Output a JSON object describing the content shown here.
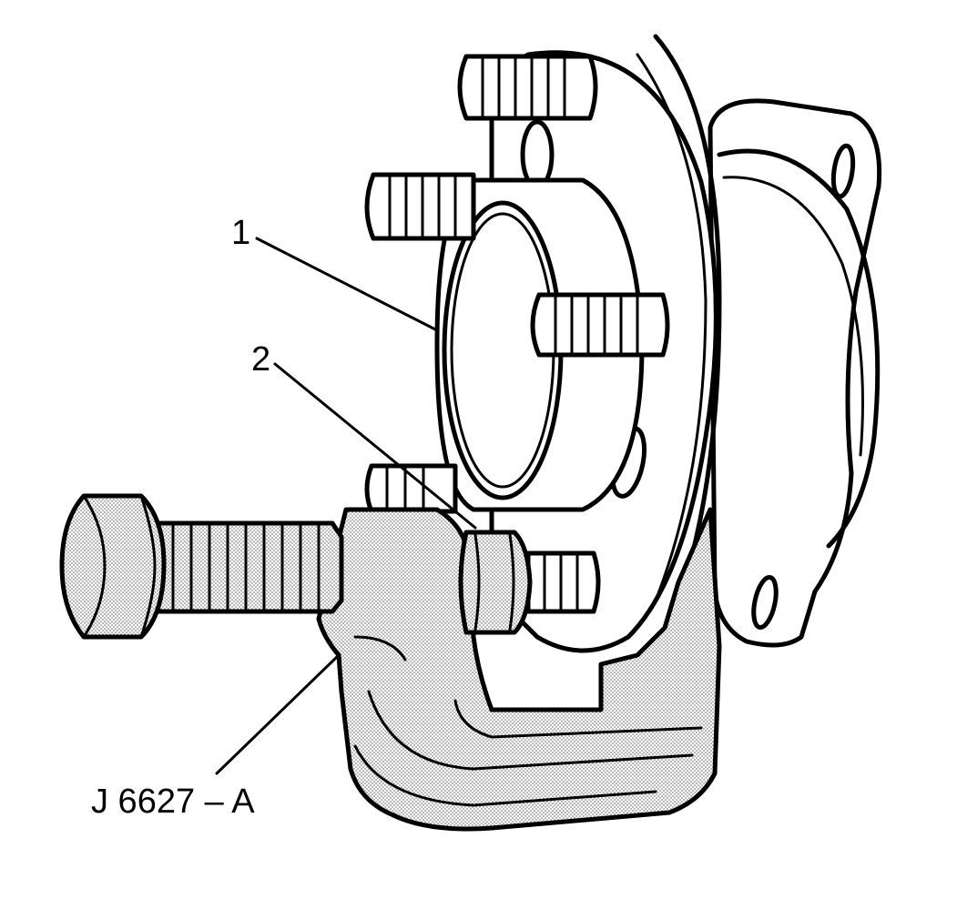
{
  "labels": {
    "callout_1": "1",
    "callout_2": "2",
    "tool_label": "J 6627 – A"
  },
  "colors": {
    "line": "#000000",
    "background": "#ffffff",
    "stipple": "#9a9a9a"
  }
}
